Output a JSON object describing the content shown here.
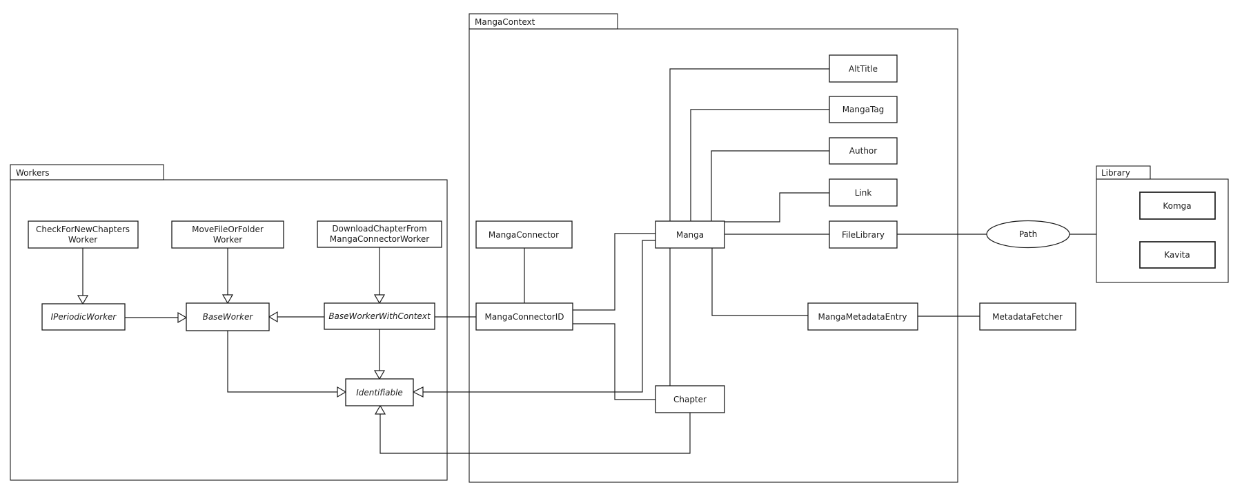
{
  "packages": {
    "workers": {
      "label": "Workers"
    },
    "manga_context": {
      "label": "MangaContext"
    },
    "library": {
      "label": "Library"
    }
  },
  "classes": {
    "check_for_new_chapters_worker": {
      "line1": "CheckForNewChapters",
      "line2": "Worker"
    },
    "move_file_or_folder_worker": {
      "line1": "MoveFileOrFolder",
      "line2": "Worker"
    },
    "download_chapter_from_manga_connector_worker": {
      "line1": "DownloadChapterFrom",
      "line2": "MangaConnectorWorker"
    },
    "i_periodic_worker": {
      "label": "IPeriodicWorker",
      "abstract": true
    },
    "base_worker": {
      "label": "BaseWorker",
      "abstract": true
    },
    "base_worker_with_context": {
      "label": "BaseWorkerWithContext",
      "abstract": true
    },
    "identifiable": {
      "label": "Identifiable",
      "abstract": true
    },
    "manga_connector": {
      "label": "MangaConnector"
    },
    "manga_connector_id": {
      "label": "MangaConnectorID"
    },
    "manga": {
      "label": "Manga"
    },
    "chapter": {
      "label": "Chapter"
    },
    "alt_title": {
      "label": "AltTitle"
    },
    "manga_tag": {
      "label": "MangaTag"
    },
    "author": {
      "label": "Author"
    },
    "link": {
      "label": "Link"
    },
    "file_library": {
      "label": "FileLibrary"
    },
    "manga_metadata_entry": {
      "label": "MangaMetadataEntry"
    },
    "metadata_fetcher": {
      "label": "MetadataFetcher"
    },
    "komga": {
      "label": "Komga"
    },
    "kavita": {
      "label": "Kavita"
    }
  },
  "ellipses": {
    "path_node": {
      "label": "Path"
    }
  },
  "relationships": {
    "generalizations": [
      {
        "from": "CheckForNewChaptersWorker",
        "to": "IPeriodicWorker"
      },
      {
        "from": "MoveFileOrFolderWorker",
        "to": "BaseWorker"
      },
      {
        "from": "DownloadChapterFromMangaConnectorWorker",
        "to": "BaseWorkerWithContext"
      },
      {
        "from": "IPeriodicWorker",
        "to": "BaseWorker"
      },
      {
        "from": "BaseWorkerWithContext",
        "to": "BaseWorker"
      },
      {
        "from": "BaseWorker",
        "to": "Identifiable"
      },
      {
        "from": "BaseWorkerWithContext",
        "to": "Identifiable"
      },
      {
        "from": "Manga",
        "to": "Identifiable"
      },
      {
        "from": "Chapter",
        "to": "Identifiable"
      }
    ],
    "associations": [
      {
        "from": "MangaConnector",
        "to": "MangaConnectorID"
      },
      {
        "from": "Manga",
        "to": "MangaConnectorID"
      },
      {
        "from": "Chapter",
        "to": "MangaConnectorID"
      },
      {
        "from": "Manga",
        "to": "Chapter"
      },
      {
        "from": "Manga",
        "to": "AltTitle"
      },
      {
        "from": "Manga",
        "to": "MangaTag"
      },
      {
        "from": "Manga",
        "to": "Author"
      },
      {
        "from": "Manga",
        "to": "Link"
      },
      {
        "from": "Manga",
        "to": "FileLibrary"
      },
      {
        "from": "Manga",
        "to": "MangaMetadataEntry"
      },
      {
        "from": "BaseWorkerWithContext",
        "to": "MangaConnectorID"
      },
      {
        "from": "MangaMetadataEntry",
        "to": "MetadataFetcher"
      },
      {
        "from": "FileLibrary",
        "to": "Path"
      },
      {
        "from": "Path",
        "to": "Library"
      }
    ]
  },
  "colors": {
    "line": "#1a1a1a",
    "text": "#1a1a1a",
    "background": "#ffffff"
  }
}
